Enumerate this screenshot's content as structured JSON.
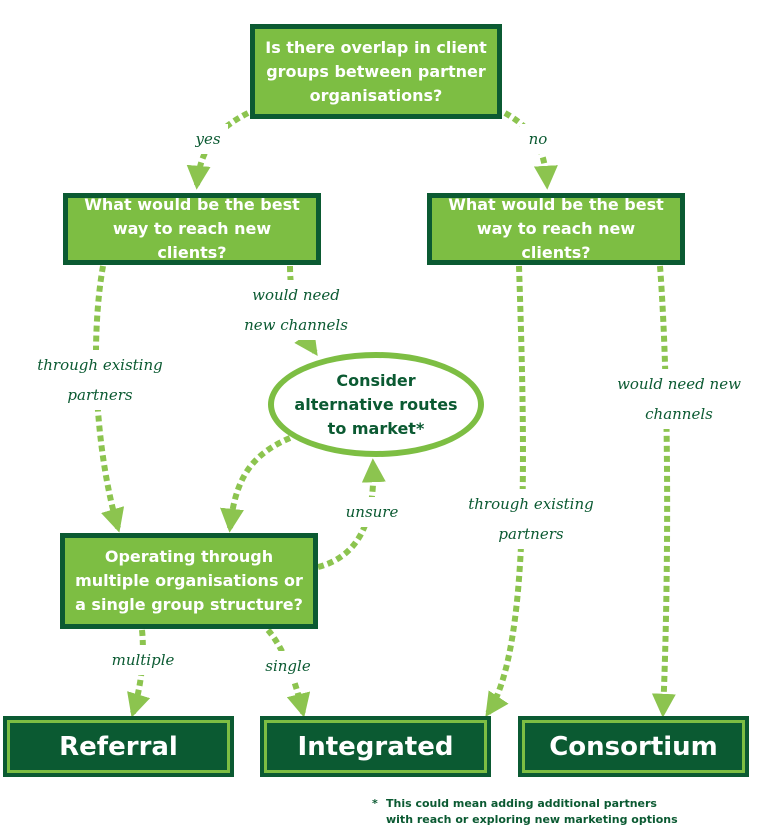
{
  "colors": {
    "dark_green": "#0b5a32",
    "light_green": "#7dbe43",
    "arrow_green": "#8cc44f"
  },
  "nodes": {
    "q_overlap": "Is there overlap in client groups between partner organisations?",
    "q_reach_left": "What would be the best way to reach new clients?",
    "q_reach_right": "What would be the best way to reach new clients?",
    "alt_routes": "Consider alternative routes to market*",
    "q_structure": "Operating through multiple organisations or a single group structure?"
  },
  "outcomes": {
    "referral": "Referral",
    "integrated": "Integrated",
    "consortium": "Consortium"
  },
  "edges": {
    "yes": "yes",
    "no": "no",
    "left_new_channels": "would need new channels",
    "left_existing": "through existing partners",
    "right_new_channels": "would need new channels",
    "right_existing": "through existing partners",
    "unsure": "unsure",
    "multiple": "multiple",
    "single": "single"
  },
  "footnote": {
    "marker": "*",
    "text": "This could mean adding additional partners with reach or exploring new marketing options"
  }
}
